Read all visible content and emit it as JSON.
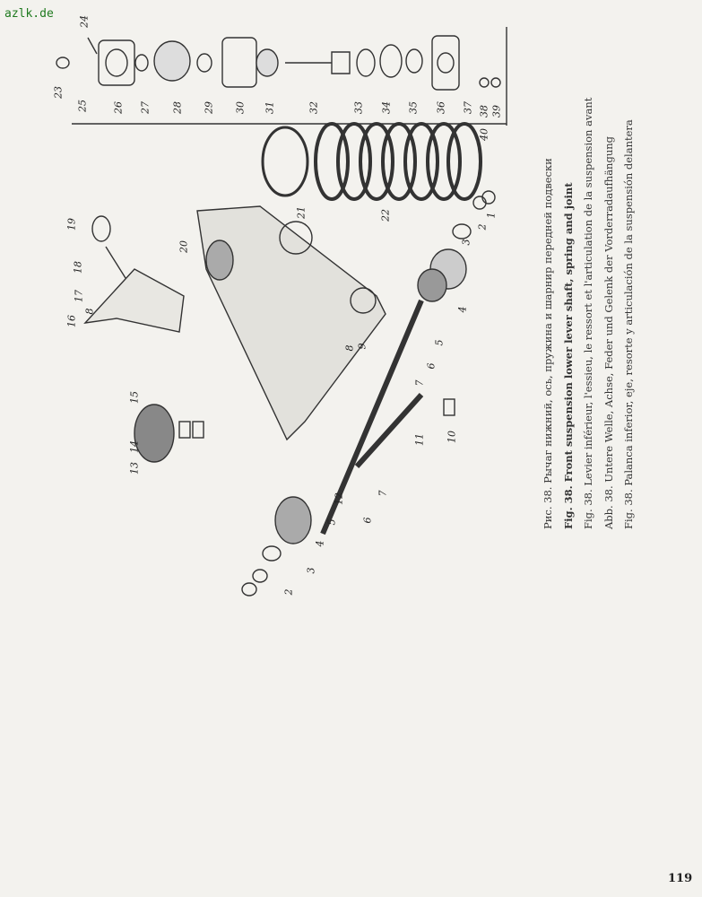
{
  "watermark": "azlk.de",
  "captions": [
    "Рис. 38. Рычаг нижний, ось, пружина и шарнир передней подвески",
    "Fig. 38. Front suspension lower lever shaft, spring and joint",
    "Fig. 38. Levier inférieur, l'essieu, le ressort et l'articulation de la suspension avant",
    "Abb. 38. Untere Welle, Achse, Feder und Gelenk der Vorderradaufhängung",
    "Fig. 38. Palanca inferior, eje, resorte y articulación de la suspensión delantera"
  ],
  "part_labels": {
    "p23": "23",
    "p24": "24",
    "p25": "25",
    "p26": "26",
    "p27": "27",
    "p28": "28",
    "p29": "29",
    "p30": "30",
    "p31": "31",
    "p32": "32",
    "p33": "33",
    "p34": "34",
    "p35": "35",
    "p36": "36",
    "p37": "37",
    "p38": "38",
    "p39": "39",
    "p40": "40",
    "p19": "19",
    "p18": "18",
    "p17": "17",
    "p16": "16",
    "p8a": "8",
    "p15": "15",
    "p14": "14",
    "p13": "13",
    "p20": "20",
    "p21": "21",
    "p22": "22",
    "p1": "1",
    "p2a": "2",
    "p3a": "3",
    "p4a": "4",
    "p5a": "5",
    "p6a": "6",
    "p7a": "7",
    "p8b": "8",
    "p9": "9",
    "p10": "10",
    "p11": "11",
    "p12": "12",
    "p5b": "5",
    "p4b": "4",
    "p3b": "3",
    "p6b": "6",
    "p7b": "7",
    "p2b": "2"
  },
  "page_number": "119"
}
